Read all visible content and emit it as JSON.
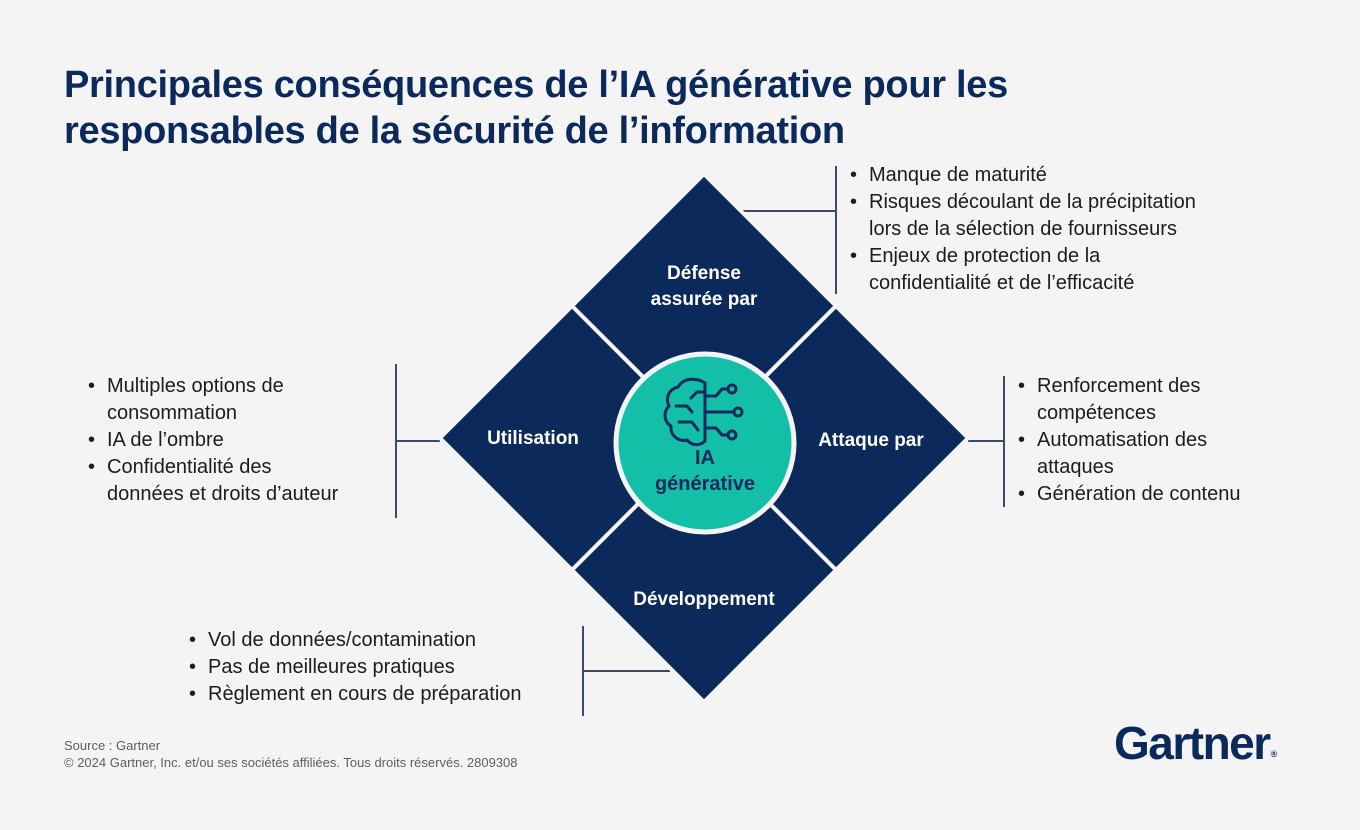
{
  "title": {
    "line1": "Principales conséquences de l’IA générative pour les",
    "line2": "responsables de la sécurité de l’information"
  },
  "center": {
    "line1": "IA",
    "line2": "générative",
    "icon": "brain-circuit-icon"
  },
  "quadrants": {
    "top": {
      "line1": "Défense",
      "line2": "assurée par"
    },
    "left": {
      "label": "Utilisation"
    },
    "right": {
      "label": "Attaque par"
    },
    "bottom": {
      "label": "Développement"
    }
  },
  "lists": {
    "top": [
      {
        "lines": [
          "Manque de maturité"
        ]
      },
      {
        "lines": [
          "Risques découlant de la précipitation",
          "lors de la sélection de fournisseurs"
        ]
      },
      {
        "lines": [
          "Enjeux de protection de la",
          "confidentialité et de l’efficacité"
        ]
      }
    ],
    "left": [
      {
        "lines": [
          "Multiples options de",
          "consommation"
        ]
      },
      {
        "lines": [
          "IA de l’ombre"
        ]
      },
      {
        "lines": [
          "Confidentialité des",
          "données et droits d’auteur"
        ]
      }
    ],
    "right": [
      {
        "lines": [
          "Renforcement des",
          "compétences"
        ]
      },
      {
        "lines": [
          "Automatisation des",
          "attaques"
        ]
      },
      {
        "lines": [
          "Génération de contenu"
        ]
      }
    ],
    "bottom": [
      {
        "lines": [
          "Vol de données/contamination"
        ]
      },
      {
        "lines": [
          "Pas de meilleures pratiques"
        ]
      },
      {
        "lines": [
          "Règlement en cours de préparation"
        ]
      }
    ]
  },
  "footer": {
    "source": "Source : Gartner",
    "copyright": "© 2024 Gartner, Inc. et/ou ses sociétés affiliées. Tous droits réservés. 2809308"
  },
  "logo": {
    "text": "Gartner",
    "mark": "®"
  },
  "colors": {
    "navy": "#0b2a5b",
    "teal": "#14bfa8",
    "background": "#f4f4f4",
    "connector": "#3b4b63"
  }
}
